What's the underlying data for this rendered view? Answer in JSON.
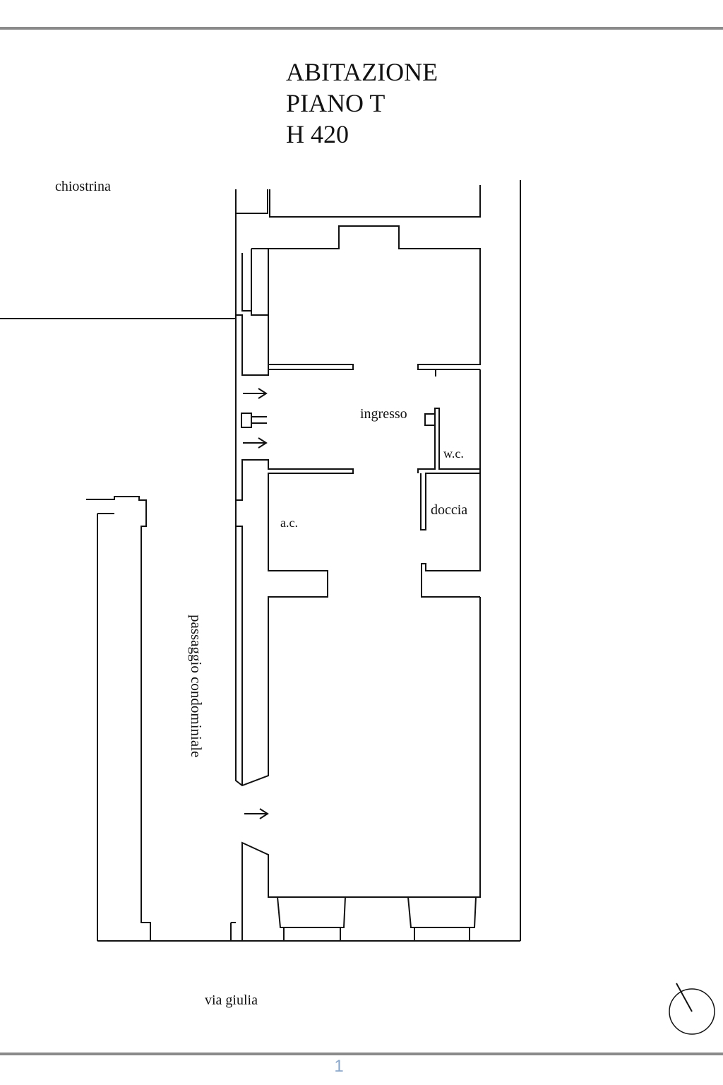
{
  "title": {
    "line1": "ABITAZIONE",
    "line2": "PIANO T",
    "line3": "H 420"
  },
  "labels": {
    "chiostrina": "chiostrina",
    "ingresso": "ingresso",
    "wc": "w.c.",
    "doccia": "doccia",
    "ac": "a.c.",
    "passaggio": "passaggio condominiale",
    "street": "via giulia"
  },
  "page_number": "1"
}
